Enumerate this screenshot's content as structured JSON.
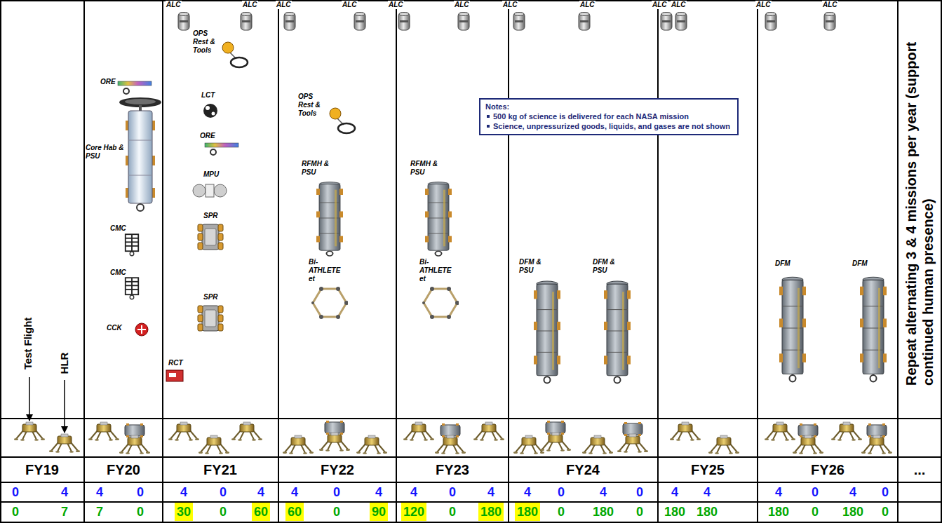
{
  "diagram": {
    "nodes": [
      {
        "text": [
          "Notes:",
          "500 kg of science is delivered for each NASA mission",
          "Science, unpressurized goods, liquids, and gases are not shown"
        ]
      }
    ],
    "labels": [
      "ALC",
      "ALC",
      "ALC",
      "ALC",
      "ALC",
      "ALC",
      "ALC",
      "ALC",
      "ALC",
      "ALC",
      "ALC",
      "ALC",
      "ORE",
      "Core Hab & PSU",
      "CMC",
      "CMC",
      "CCK",
      "OPS Rest & Tools",
      "LCT",
      "ORE",
      "MPU",
      "SPR",
      "SPR",
      "RCT",
      "OPS Rest & Tools",
      "RFMH & PSU",
      "Bi-ATHLETE et",
      "RFMH & PSU",
      "Bi-ATHLETE et",
      "DFM & PSU",
      "DFM & PSU",
      "DFM",
      "DFM",
      "Test Flight",
      "HLR",
      "Repeat alternating 3 & 4 missions per year (support continued human presence)",
      "FY19",
      "FY20",
      "FY21",
      "FY22",
      "FY23",
      "FY24",
      "FY25",
      "FY26",
      "...",
      "0",
      "4",
      "4",
      "0",
      "4",
      "0",
      "4",
      "4",
      "0",
      "4",
      "4",
      "0",
      "4",
      "4",
      "0",
      "4",
      "0",
      "4",
      "4",
      "4",
      "0",
      "4",
      "0",
      "0",
      "7",
      "7",
      "0",
      "30",
      "0",
      "60",
      "60",
      "0",
      "90",
      "120",
      "0",
      "180",
      "180",
      "0",
      "180",
      "0",
      "180",
      "180",
      "180",
      "0",
      "180",
      "0"
    ]
  }
}
